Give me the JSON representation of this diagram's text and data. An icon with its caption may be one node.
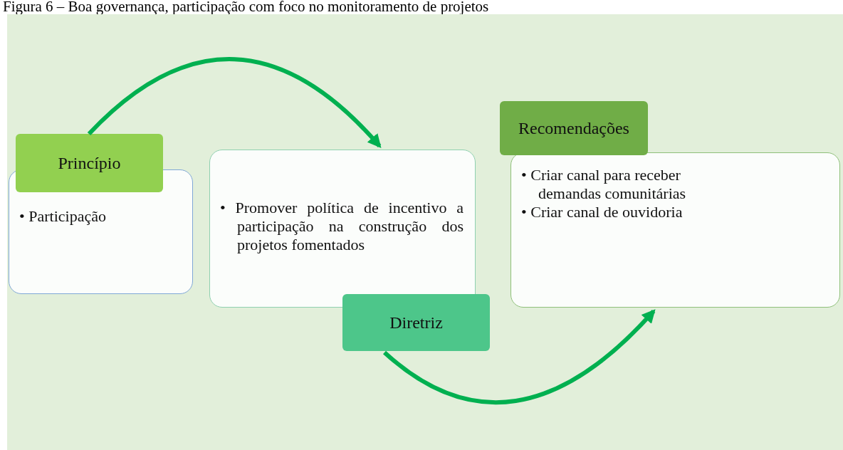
{
  "diagram": {
    "title": "Figura 6 – Boa governança, participação com foco no monitoramento de projetos",
    "nodes": [
      {
        "text": [
          "Princípio",
          "• Participação"
        ]
      },
      {
        "text": [
          "• Promover política de incentivo a participação na construção dos projetos fomentados",
          "Diretriz"
        ]
      },
      {
        "text": [
          "Recomendações",
          "• Criar canal para receber demandas comunitárias",
          "• Criar canal de ouvidoria"
        ]
      }
    ],
    "edges": [
      {
        "from": 0,
        "to": 1,
        "arrow": "to"
      },
      {
        "from": 1,
        "to": 2,
        "arrow": "to"
      }
    ]
  }
}
